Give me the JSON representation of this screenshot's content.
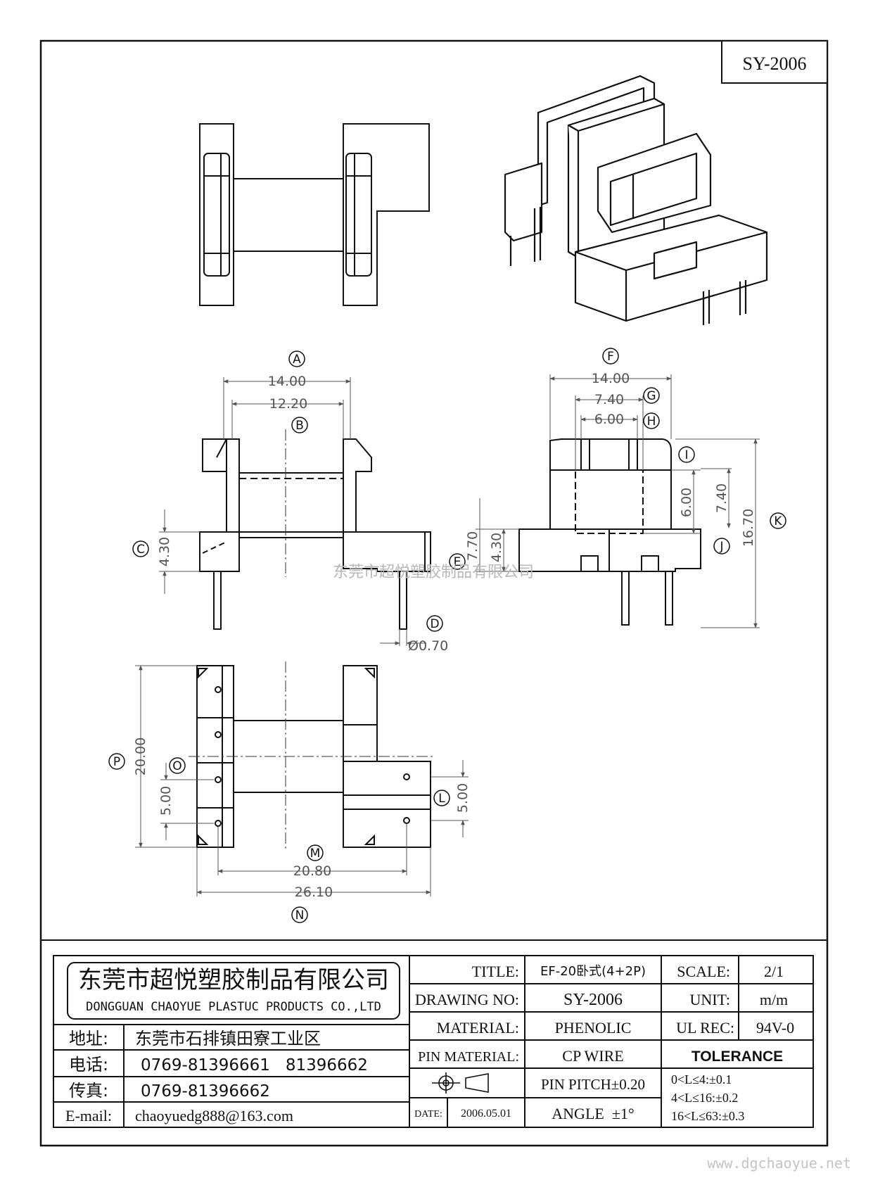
{
  "model_code": "SY-2006",
  "watermark_company": "东莞市超悦塑胶制品有限公司",
  "watermark_site": "www.dgchaoyue.net",
  "dimensions": {
    "A": {
      "label": "A",
      "values": [
        "14.00"
      ]
    },
    "B": {
      "label": "B",
      "values": [
        "12.20"
      ]
    },
    "C": {
      "label": "C",
      "values": [
        "4.30"
      ]
    },
    "D": {
      "label": "D",
      "values": [
        "Ø0.70"
      ]
    },
    "E": {
      "label": "E",
      "values": [
        "7.70",
        "4.30"
      ]
    },
    "F": {
      "label": "F",
      "values": [
        "14.00"
      ]
    },
    "G": {
      "label": "G",
      "values": [
        "7.40"
      ]
    },
    "H": {
      "label": "H",
      "values": [
        "6.00"
      ]
    },
    "I": {
      "label": "I",
      "values": [
        "6.00"
      ]
    },
    "J": {
      "label": "J",
      "values": [
        "7.40"
      ]
    },
    "K": {
      "label": "K",
      "values": [
        "16.70"
      ]
    },
    "L": {
      "label": "L",
      "values": [
        "5.00"
      ]
    },
    "M": {
      "label": "M",
      "values": [
        "20.80"
      ]
    },
    "N": {
      "label": "N",
      "values": [
        "26.10"
      ]
    },
    "O": {
      "label": "O",
      "values": [
        "5.00"
      ]
    },
    "P": {
      "label": "P",
      "values": [
        "20.00"
      ]
    }
  },
  "title_block": {
    "company_cn": "东莞市超悦塑胶制品有限公司",
    "company_en": "DONGGUAN CHAOYUE PLASTUC PRODUCTS CO.,LTD",
    "address_label": "地址:",
    "address": "东莞市石排镇田寮工业区",
    "phone_label": "电话:",
    "phone": "0769-81396661   81396662",
    "fax_label": "传真:",
    "fax": "0769-81396662",
    "email_label": "E-mail:",
    "email": "chaoyuedg888@163.com",
    "title_label": "TITLE:",
    "title": "EF-20卧式(4+2P)",
    "drawing_no_label": "DRAWING NO:",
    "drawing_no": "SY-2006",
    "material_label": "MATERIAL:",
    "material": "PHENOLIC",
    "pin_material_label": "PIN MATERIAL:",
    "pin_material": "CP WIRE",
    "pin_pitch": "PIN PITCH±0.20",
    "angle": "ANGLE  ±1°",
    "date_label": "DATE:",
    "date": "2006.05.01",
    "scale_label": "SCALE:",
    "scale": "2/1",
    "unit_label": "UNIT:",
    "unit": "m/m",
    "ul_rec_label": "UL REC:",
    "ul_rec": "94V-0",
    "tolerance_label": "TOLERANCE",
    "tolerance_rows": [
      "0<L≤4:±0.1",
      "4<L≤16:±0.2",
      "16<L≤63:±0.3"
    ]
  }
}
